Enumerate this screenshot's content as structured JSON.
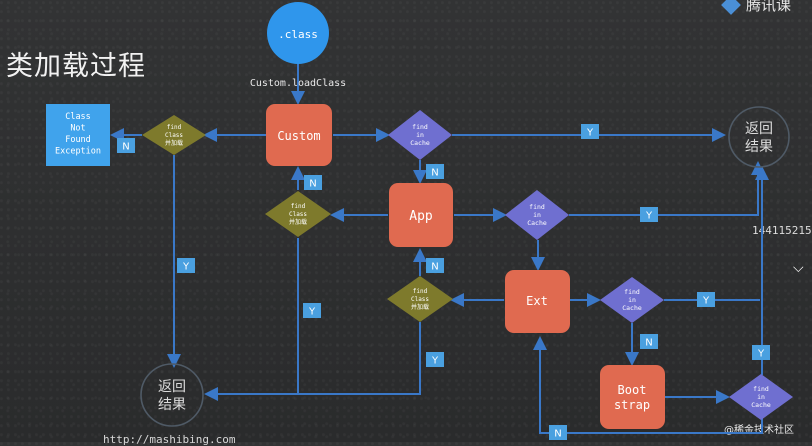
{
  "title": "类加载过程",
  "logo": {
    "text": "腾讯课"
  },
  "side_number": "144115215",
  "watermark": "@稀金技术社区",
  "url_fragment": "http://mashibing.com",
  "colors": {
    "loader": "#e06a50",
    "cache": "#6f6fd0",
    "classload": "#7e7a2c",
    "label": "#4aa0e0",
    "start": "#2f96ec",
    "exception": "#40a3ec"
  },
  "start_node": {
    "label": ".class",
    "call": "Custom.loadClass"
  },
  "loaders": {
    "custom": "Custom",
    "app": "App",
    "ext": "Ext",
    "boot": "Boot\nstrap"
  },
  "cache_check": [
    "find",
    "in",
    "Cache"
  ],
  "class_load": [
    "find",
    "Class",
    "并加载"
  ],
  "exception": [
    "Class",
    "Not",
    "Found",
    "Exception"
  ],
  "result": [
    "返回",
    "结果"
  ],
  "yes_label": "Y",
  "no_label": "N"
}
